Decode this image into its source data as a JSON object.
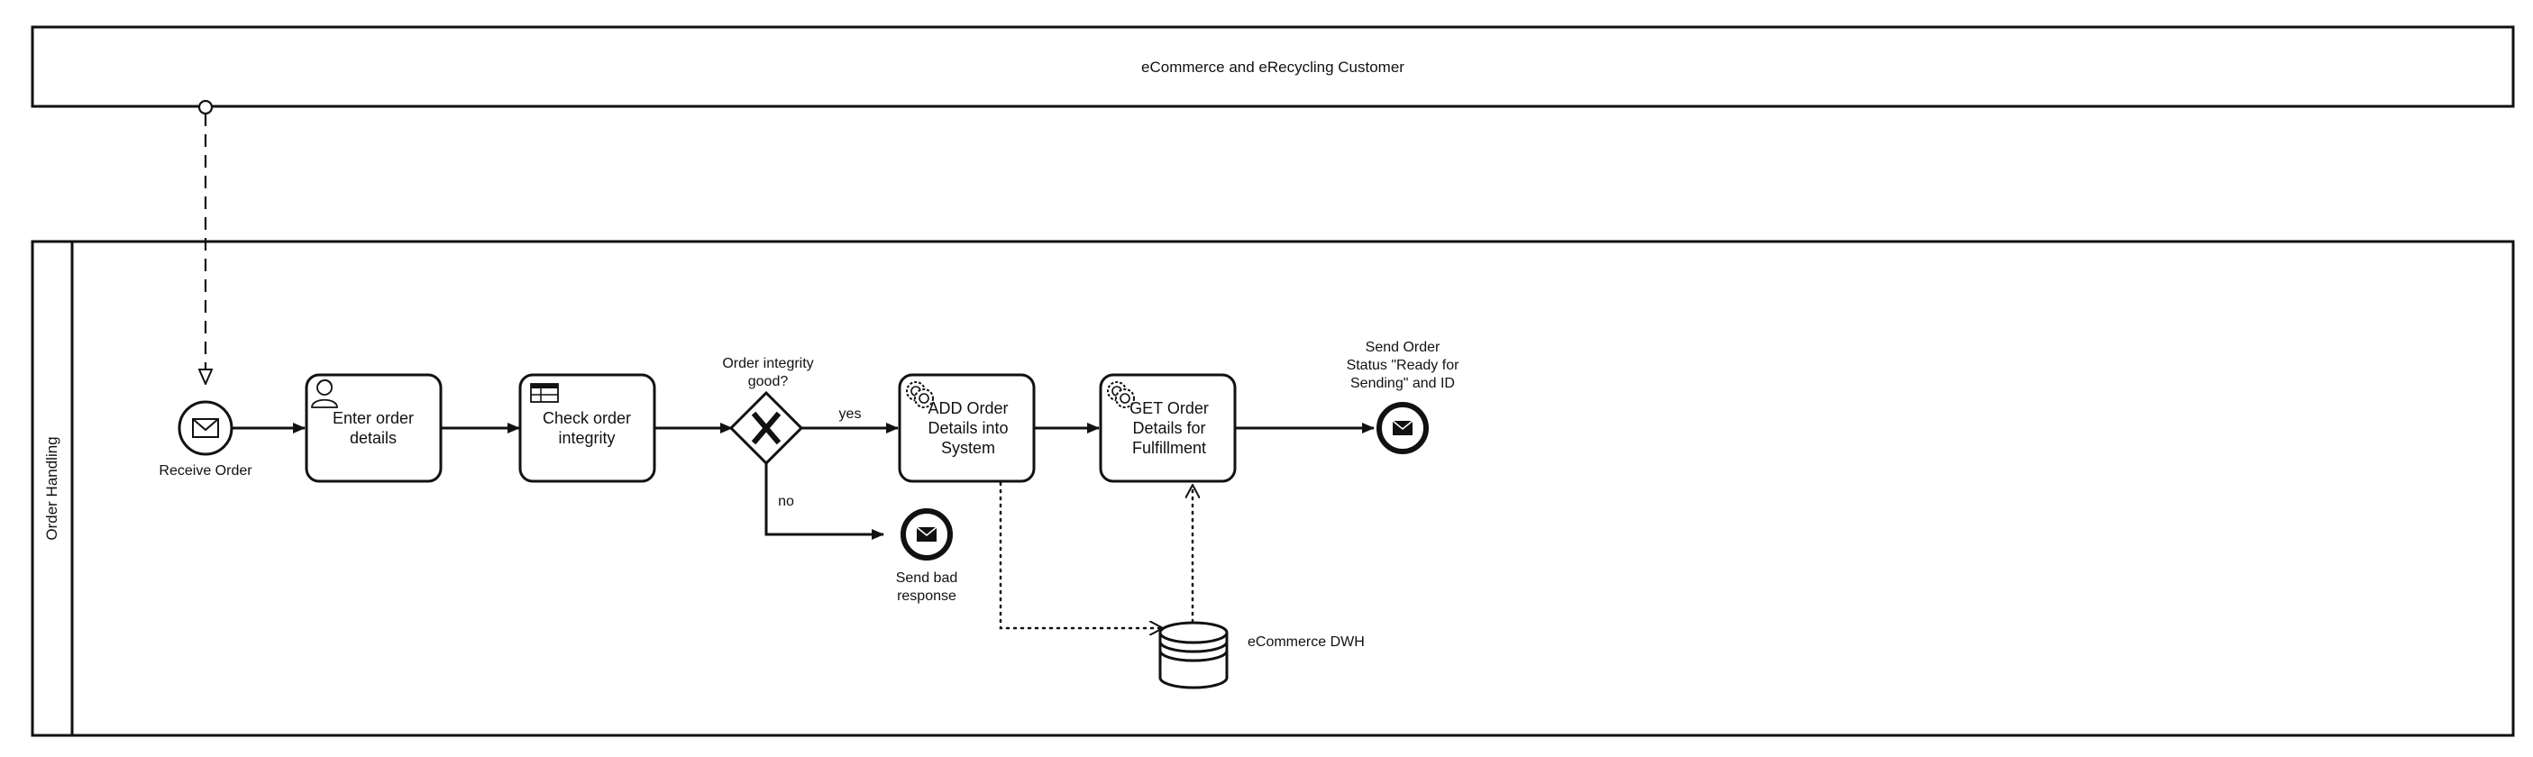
{
  "pools": {
    "customer": {
      "label": "eCommerce and eRecycling Customer"
    },
    "order_handling": {
      "label": "Order Handling"
    }
  },
  "events": {
    "receive_order": {
      "label": "Receive Order",
      "type": "message-start"
    },
    "send_bad_response": {
      "line1": "Send bad",
      "line2": "response",
      "type": "message-end"
    },
    "send_status": {
      "line1": "Send Order",
      "line2": "Status \"Ready for",
      "line3": "Sending\" and ID",
      "type": "message-end"
    }
  },
  "tasks": {
    "enter_order": {
      "line1": "Enter order",
      "line2": "details",
      "icon": "user-icon"
    },
    "check_integrity": {
      "line1": "Check order",
      "line2": "integrity",
      "icon": "business-rule-icon"
    },
    "add_order": {
      "line1": "ADD Order",
      "line2": "Details into",
      "line3": "System",
      "icon": "service-gears-icon"
    },
    "get_order": {
      "line1": "GET Order",
      "line2": "Details for",
      "line3": "Fulfillment",
      "icon": "service-gears-icon"
    }
  },
  "gateway": {
    "line1": "Order integrity",
    "line2": "good?",
    "type": "exclusive"
  },
  "flows": {
    "yes_label": "yes",
    "no_label": "no"
  },
  "datastore": {
    "label": "eCommerce DWH"
  }
}
